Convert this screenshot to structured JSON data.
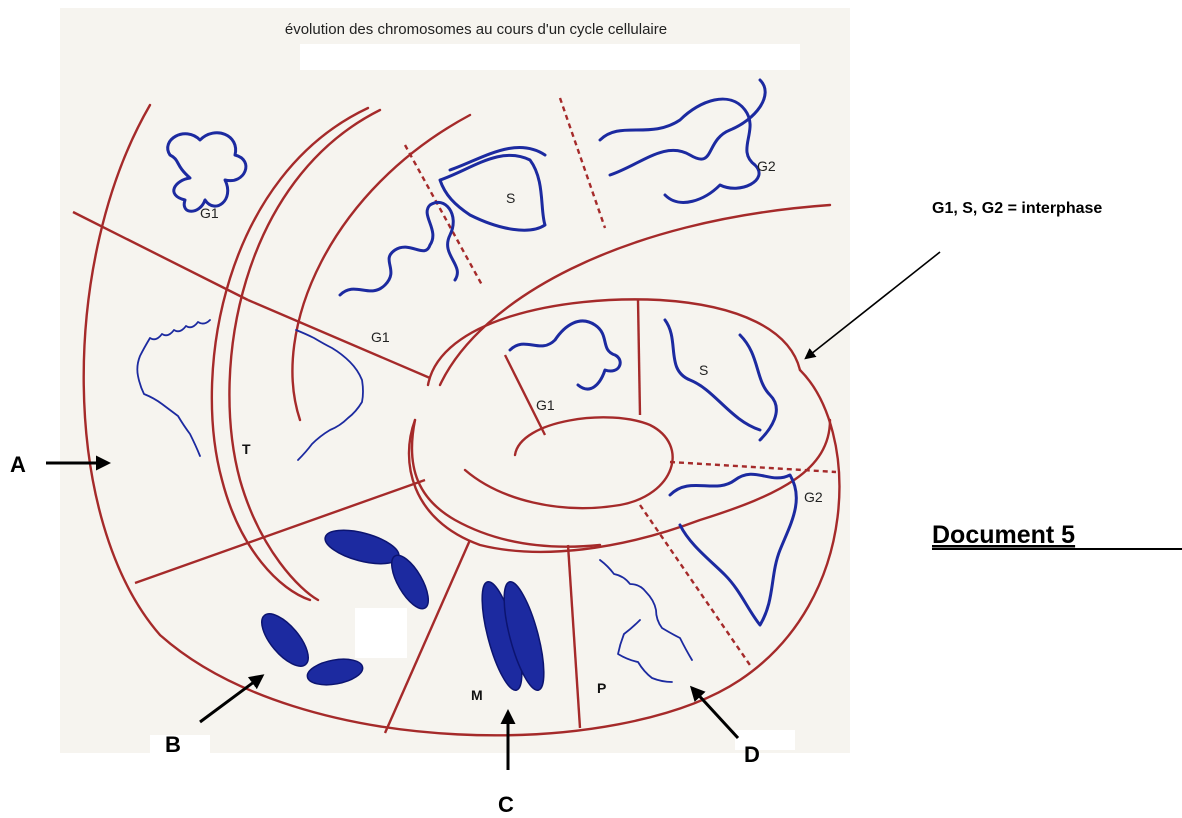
{
  "figure": {
    "title": "évolution des chromosomes au cours d'un cycle cellulaire",
    "document_label": "Document 5",
    "interphase_note": "G1, S, G2 = interphase",
    "phase_labels": {
      "outer_g1": "G1",
      "outer_s": "S",
      "outer_g2": "G2",
      "middle_g1": "G1",
      "inner_g1": "G1",
      "inner_s": "S",
      "inner_g2": "G2",
      "telophase": "T",
      "metaphase": "M",
      "prophase": "P"
    },
    "pointer_letters": {
      "a": "A",
      "b": "B",
      "c": "C",
      "d": "D"
    },
    "colors": {
      "spiral": "#a52a2a",
      "chromosome": "#1c2aa0",
      "background": "#f6f4ef"
    }
  }
}
